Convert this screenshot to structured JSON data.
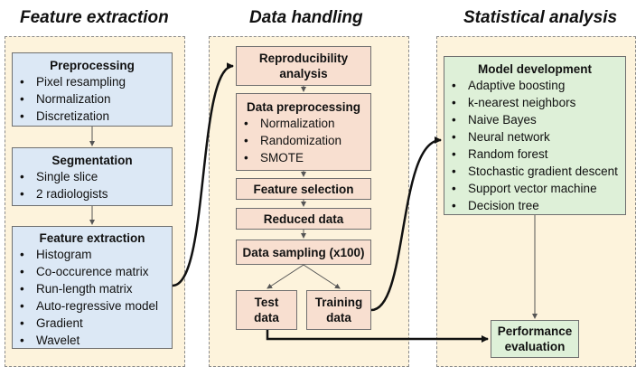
{
  "columns": {
    "feature_extraction": "Feature extraction",
    "data_handling": "Data handling",
    "statistical_analysis": "Statistical analysis"
  },
  "preprocessing": {
    "title": "Preprocessing",
    "items": [
      "Pixel resampling",
      "Normalization",
      "Discretization"
    ]
  },
  "segmentation": {
    "title": "Segmentation",
    "items": [
      "Single slice",
      "2 radiologists"
    ]
  },
  "feature_extraction_box": {
    "title": "Feature extraction",
    "items": [
      "Histogram",
      "Co-occurence matrix",
      "Run-length matrix",
      "Auto-regressive model",
      "Gradient",
      "Wavelet"
    ]
  },
  "reproducibility": {
    "line1": "Reproducibility",
    "line2": "analysis"
  },
  "data_preprocessing": {
    "title": "Data preprocessing",
    "items": [
      "Normalization",
      "Randomization",
      "SMOTE"
    ]
  },
  "feature_selection": "Feature selection",
  "reduced_data": "Reduced data",
  "data_sampling": "Data sampling (x100)",
  "test_data": {
    "line1": "Test",
    "line2": "data"
  },
  "training_data": {
    "line1": "Training",
    "line2": "data"
  },
  "model_development": {
    "title": "Model development",
    "items": [
      "Adaptive boosting",
      "k-nearest neighbors",
      "Naive Bayes",
      "Neural network",
      "Random forest",
      "Stochastic gradient descent",
      "Support vector machine",
      "Decision tree"
    ]
  },
  "performance": {
    "line1": "Performance",
    "line2": "evaluation"
  },
  "colors": {
    "panel_bg": "#fdf3dc",
    "blue_box": "#dce8f5",
    "peach_box": "#f8dfd0",
    "green_box": "#def0d8"
  }
}
